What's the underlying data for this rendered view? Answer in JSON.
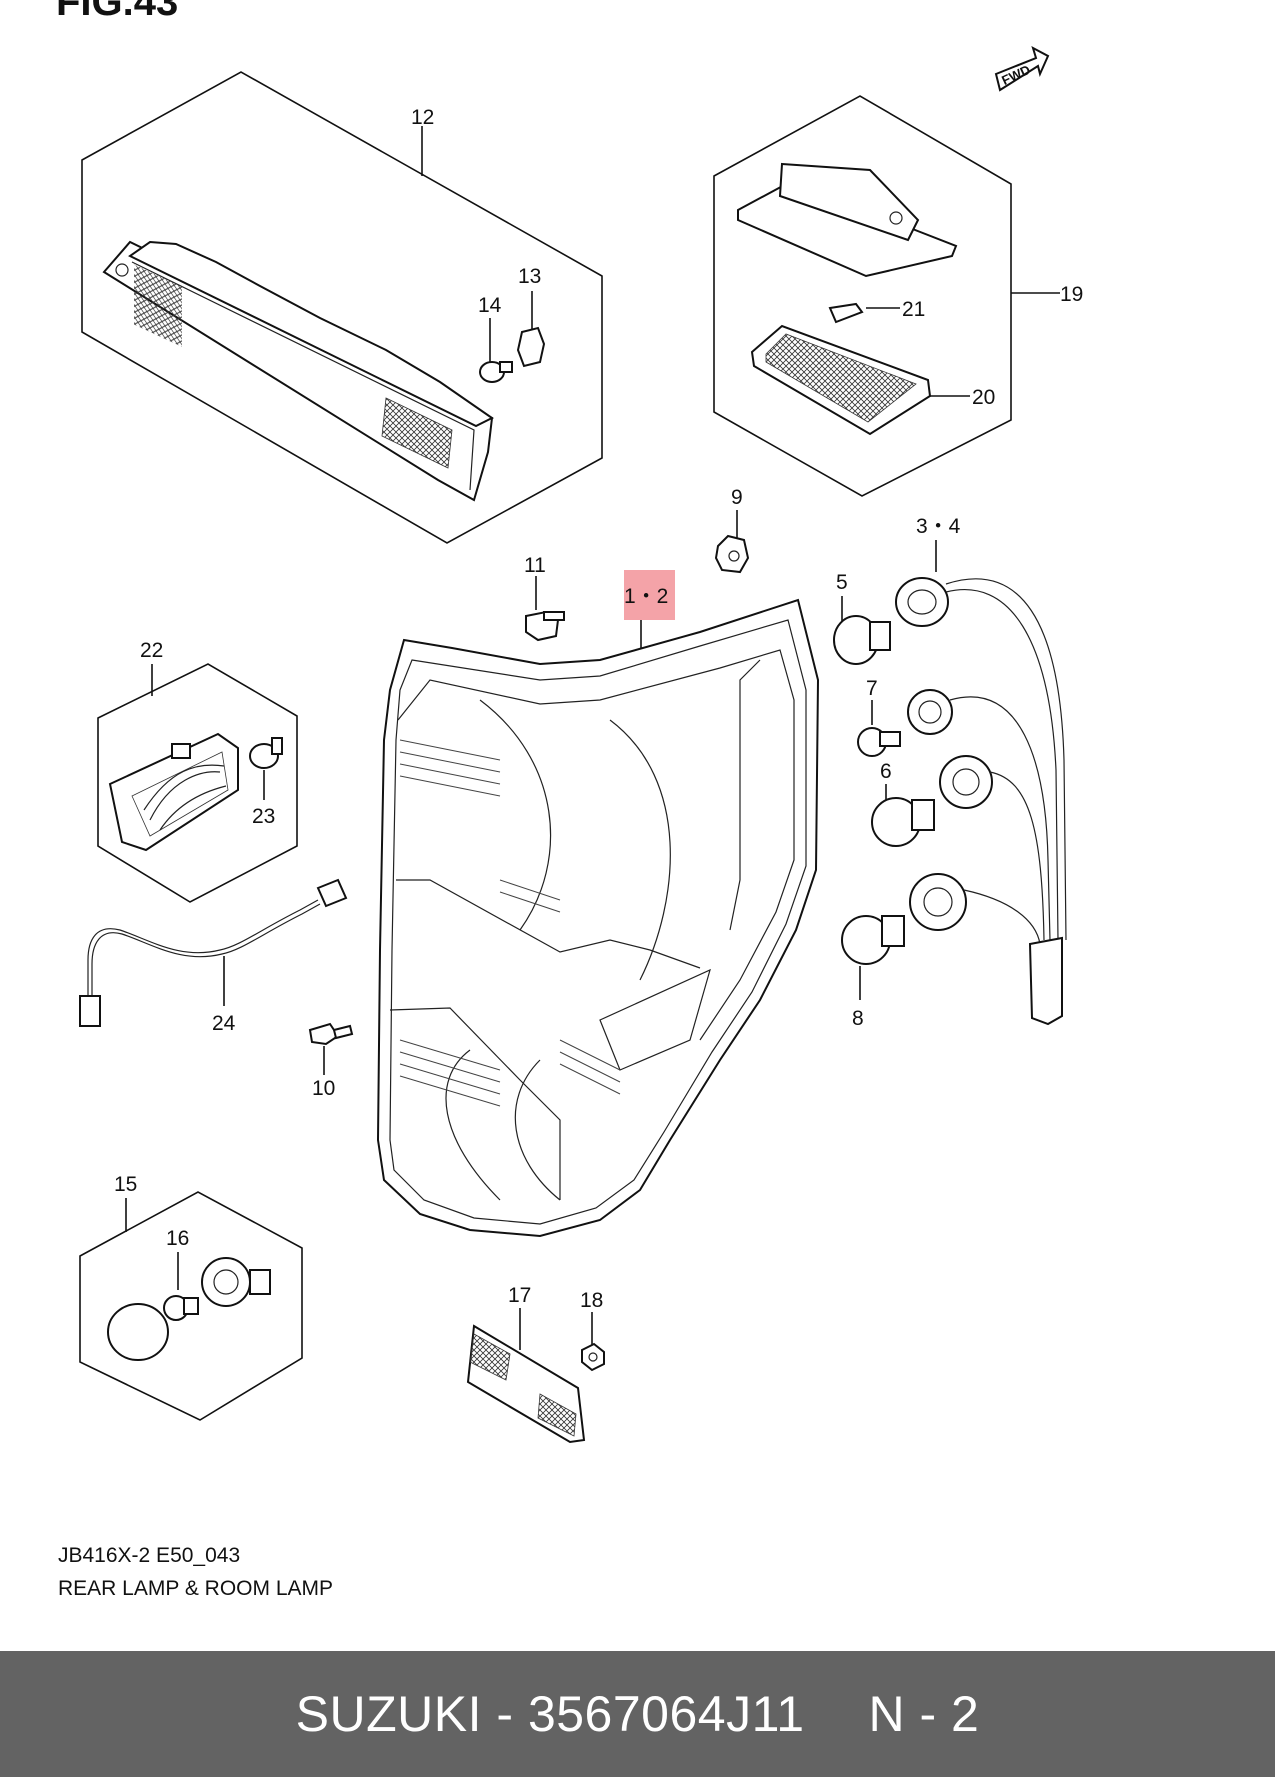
{
  "figure_label": "FIG.43",
  "fwd_label": "FWD",
  "callouts": {
    "c12": "12",
    "c13": "13",
    "c14": "14",
    "c19": "19",
    "c21": "21",
    "c20": "20",
    "c9": "9",
    "c34": "3・4",
    "c11": "11",
    "c12b": "1・2",
    "c5": "5",
    "c22": "22",
    "c7": "7",
    "c6": "6",
    "c23": "23",
    "c24": "24",
    "c10": "10",
    "c8": "8",
    "c15": "15",
    "c16": "16",
    "c17": "17",
    "c18": "18"
  },
  "highlight_color": "#f4a3a8",
  "caption": {
    "code": "JB416X-2 E50_043",
    "title": "REAR LAMP & ROOM LAMP"
  },
  "footer": {
    "brand": "SUZUKI",
    "separator": " - ",
    "part_number": "3567064J11",
    "page_label": "N - 2",
    "background": "#636363"
  }
}
